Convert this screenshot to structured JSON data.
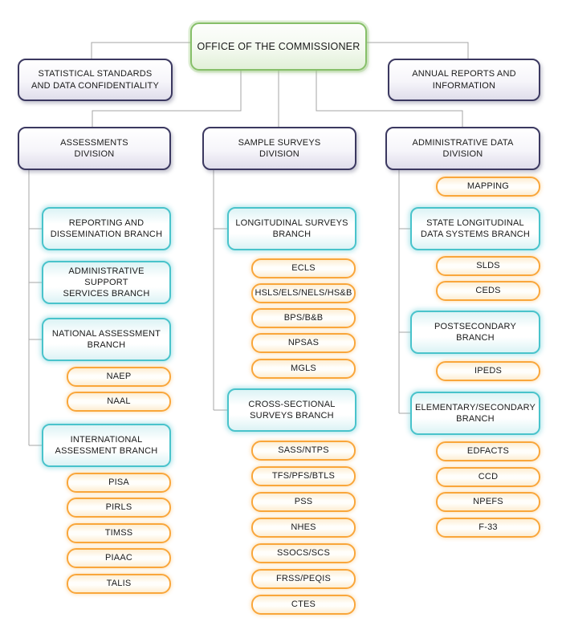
{
  "page": {
    "background": "#ffffff"
  },
  "colors": {
    "root_border": "#86bf69",
    "staff_border": "#3b3860",
    "branch_border": "#49c3cb",
    "program_border": "#f9a63b",
    "connector_line": "#a6a6a6",
    "text": "#1a1a1a"
  },
  "org": {
    "root": {
      "label": "OFFICE OF THE COMMISSIONER"
    },
    "staff_offices": [
      {
        "label": "STATISTICAL STANDARDS\nAND DATA CONFIDENTIALITY"
      },
      {
        "label": "ANNUAL REPORTS AND\nINFORMATION"
      }
    ],
    "divisions": [
      {
        "label": "ASSESSMENTS\nDIVISION",
        "children": [
          {
            "label": "REPORTING AND\nDISSEMINATION BRANCH",
            "programs": []
          },
          {
            "label": "ADMINISTRATIVE SUPPORT\nSERVICES BRANCH",
            "programs": []
          },
          {
            "label": "NATIONAL ASSESSMENT\nBRANCH",
            "programs": [
              "NAEP",
              "NAAL"
            ]
          },
          {
            "label": "INTERNATIONAL\nASSESSMENT BRANCH",
            "programs": [
              "PISA",
              "PIRLS",
              "TIMSS",
              "PIAAC",
              "TALIS"
            ]
          }
        ]
      },
      {
        "label": "SAMPLE SURVEYS\nDIVISION",
        "children": [
          {
            "label": "LONGITUDINAL SURVEYS\nBRANCH",
            "programs": [
              "ECLS",
              "HSLS/ELS/NELS/HS&B",
              "BPS/B&B",
              "NPSAS",
              "MGLS"
            ]
          },
          {
            "label": "CROSS-SECTIONAL\nSURVEYS BRANCH",
            "programs": [
              "SASS/NTPS",
              "TFS/PFS/BTLS",
              "PSS",
              "NHES",
              "SSOCS/SCS",
              "FRSS/PEQIS",
              "CTES"
            ]
          }
        ]
      },
      {
        "label": "ADMINISTRATIVE DATA\nDIVISION",
        "children": [
          {
            "label": "MAPPING",
            "programs": []
          },
          {
            "label": "STATE LONGITUDINAL\nDATA SYSTEMS BRANCH",
            "programs": [
              "SLDS",
              "CEDS"
            ]
          },
          {
            "label": "POSTSECONDARY BRANCH",
            "programs": [
              "IPEDS"
            ]
          },
          {
            "label": "ELEMENTARY/SECONDARY\nBRANCH",
            "programs": [
              "EDFACTS",
              "CCD",
              "NPEFS",
              "F-33"
            ]
          }
        ]
      }
    ]
  }
}
